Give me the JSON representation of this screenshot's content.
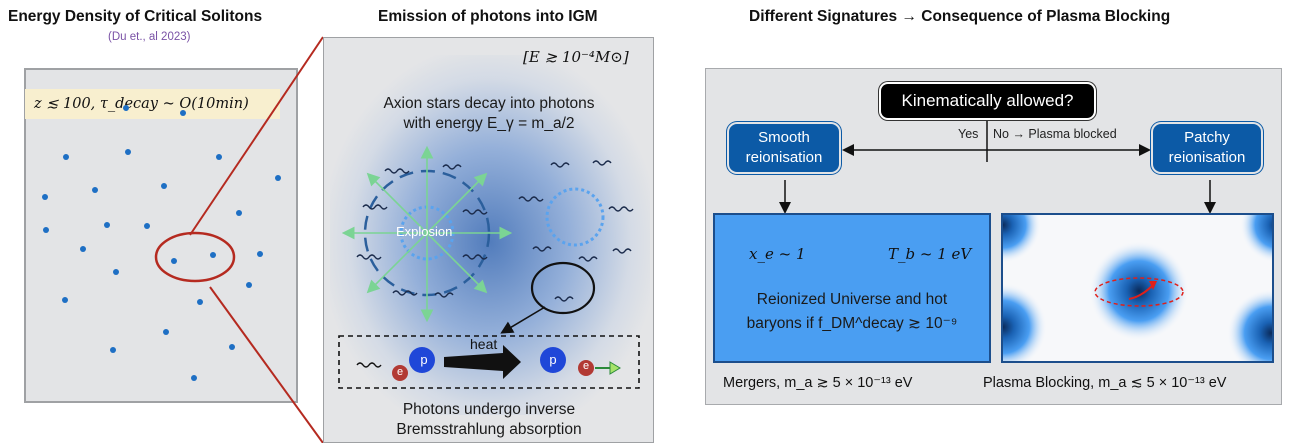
{
  "titles": {
    "left": "Energy Density of Critical Solitons",
    "left_sub": "(Du et., al 2023)",
    "middle": "Emission of photons into IGM",
    "right": "Different Signatures → Consequence of Plasma Blocking"
  },
  "left_panel": {
    "condition": "z ≲ 100, τ_decay ~ O(10min)"
  },
  "middle_panel": {
    "energy_condition": "[E ≳ 10⁻⁴M⊙]",
    "line1": "Axion stars decay into photons",
    "line2": "with energy E_γ = m_a/2",
    "explosion_label": "Explosion",
    "proton_label": "p",
    "electron_label": "e",
    "heat_label": "heat",
    "bottom_line1": "Photons undergo inverse",
    "bottom_line2": "Bremsstrahlung absorption"
  },
  "right_panel": {
    "question": "Kinematically allowed?",
    "yes": "Yes",
    "no": "No → Plasma blocked",
    "smooth": [
      "Smooth",
      "reionisation"
    ],
    "patchy": [
      "Patchy",
      "reionisation"
    ],
    "xe": "x_e ~ 1",
    "tb": "T_b ~ 1 eV",
    "reion1": "Reionized Universe and hot",
    "reion2": "baryons if f_DM^decay ≳ 10⁻⁹",
    "mergers_caption": "Mergers, m_a ≳ 5 × 10⁻¹³ eV",
    "blocking_caption": "Plasma Blocking, m_a ≲ 5 × 10⁻¹³ eV"
  },
  "colors": {
    "accent_blue": "#0c5aa6",
    "zoom_line": "#b52a20",
    "glow_blue": "#3d7bd0",
    "arrow_green": "#7bd494"
  }
}
